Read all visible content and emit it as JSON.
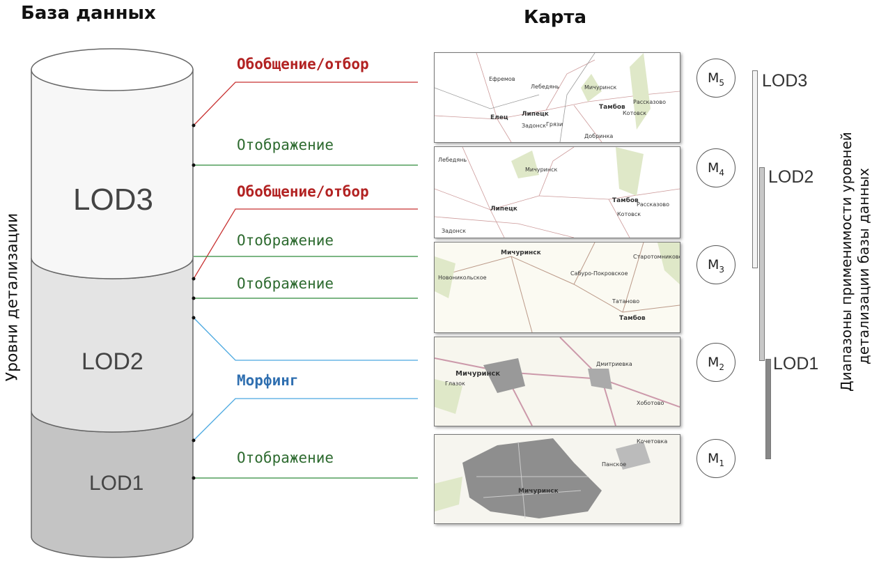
{
  "headers": {
    "database": "База данных",
    "map": "Карта"
  },
  "cylinder": {
    "axis_label": "Уровни  детализации",
    "levels": [
      {
        "label": "LOD3",
        "color": "#f7f7f7"
      },
      {
        "label": "LOD2",
        "color": "#e4e4e4"
      },
      {
        "label": "LOD1",
        "color": "#c4c4c4"
      }
    ]
  },
  "arrows": [
    {
      "label": "Обобщение/отбор",
      "color": "#b22222"
    },
    {
      "label": "Отображение",
      "color": "#2e8b3a"
    },
    {
      "label": "Обобщение/отбор",
      "color": "#b22222"
    },
    {
      "label": "Отображение",
      "color": "#2e8b3a"
    },
    {
      "label": "Отображение",
      "color": "#2e8b3a"
    },
    {
      "label": "Морфинг",
      "color": "#4aa8e0"
    },
    {
      "label": "Отображение",
      "color": "#2e8b3a"
    }
  ],
  "maps": [
    {
      "scale": "M",
      "sub": "5",
      "cities": [
        "Елец",
        "Липецк",
        "Тамбов",
        "Мичуринск",
        "Лебедянь",
        "Ефремов",
        "Грязи",
        "Задонск",
        "Котовск",
        "Рассказово",
        "Добринка"
      ]
    },
    {
      "scale": "M",
      "sub": "4",
      "cities": [
        "Липецк",
        "Тамбов",
        "Мичуринск",
        "Лебедянь",
        "Рассказово",
        "Котовск",
        "Задонск"
      ]
    },
    {
      "scale": "M",
      "sub": "3",
      "cities": [
        "Мичуринск",
        "Тамбов",
        "Новоникольское",
        "Сабуро-Покровское",
        "Татаново",
        "Старотомниково"
      ]
    },
    {
      "scale": "M",
      "sub": "2",
      "cities": [
        "Мичуринск",
        "Дмитриевка",
        "Глазок",
        "Хоботово"
      ]
    },
    {
      "scale": "M",
      "sub": "1",
      "cities": [
        "Мичуринск",
        "Кочетовка",
        "Панское"
      ]
    }
  ],
  "ranges": {
    "lod3": "LOD3",
    "lod2": "LOD2",
    "lod1": "LOD1",
    "caption_line1": "Диапазоны  применимости  уровней",
    "caption_line2": "детализации  базы  данных"
  }
}
